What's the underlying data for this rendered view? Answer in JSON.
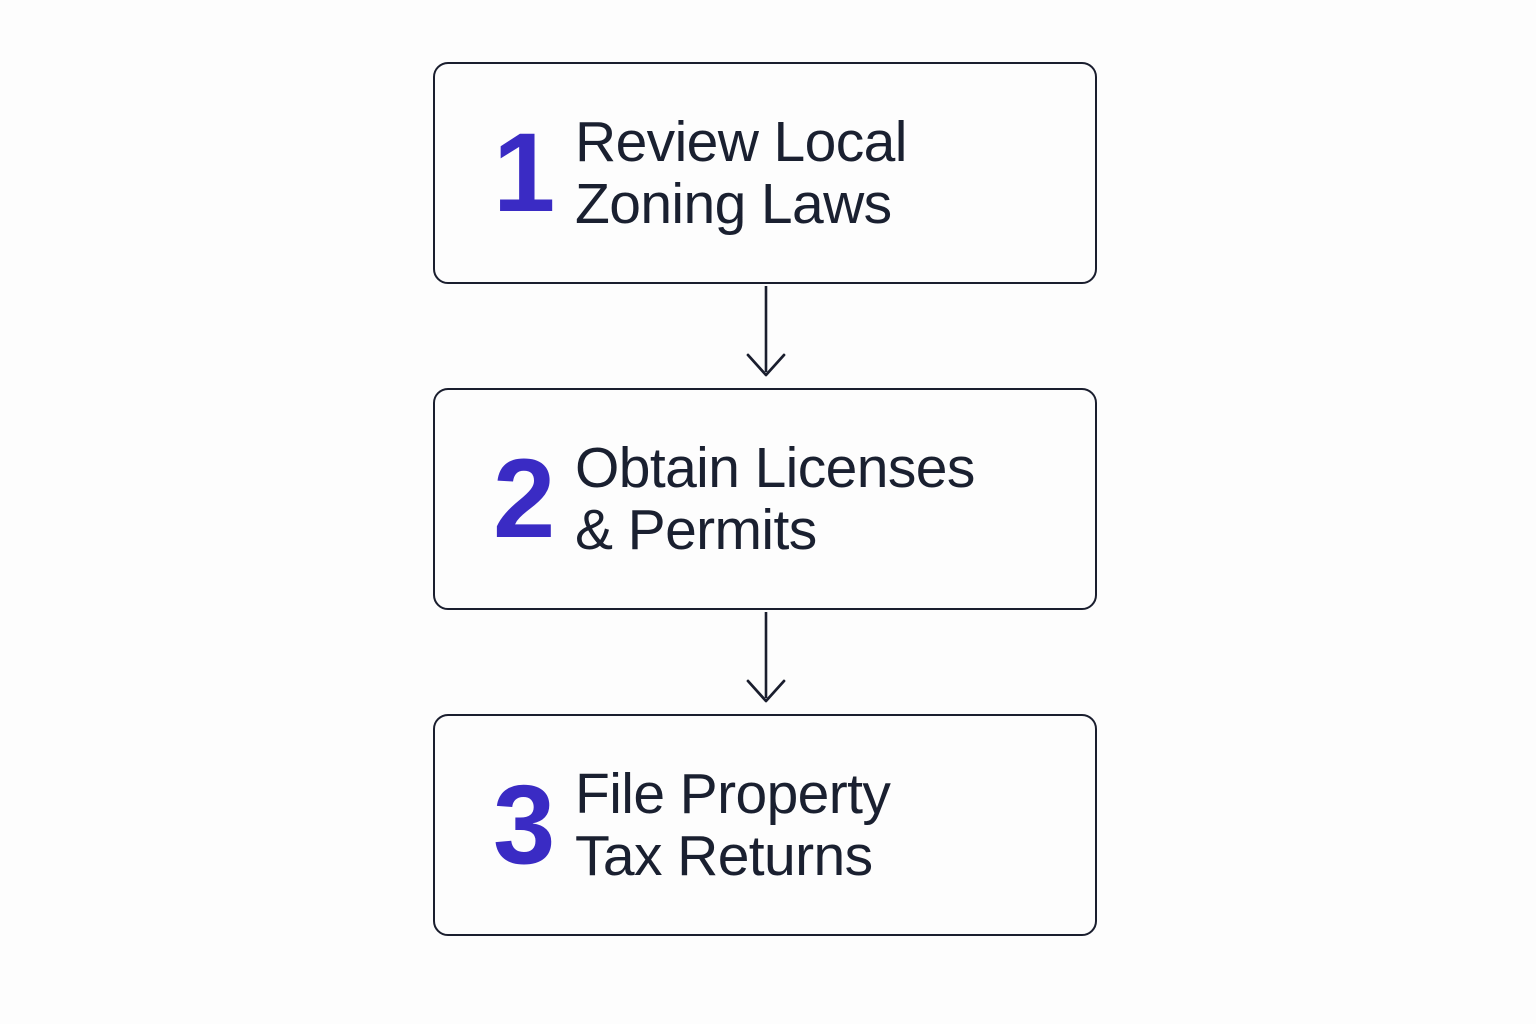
{
  "diagram": {
    "type": "vertical-flowchart",
    "title": "",
    "background_color": "#fdfdfd",
    "accent_color": "#3a2bc4",
    "text_color": "#1a2030",
    "border_color": "#1a1e2e",
    "steps": [
      {
        "number": "1",
        "label": "Review Local\nZoning Laws",
        "line1": "Review Local",
        "line2": "Zoning Laws"
      },
      {
        "number": "2",
        "label": "Obtain Licenses\n& Permits",
        "line1": "Obtain Licenses",
        "line2": "& Permits"
      },
      {
        "number": "3",
        "label": "File Property\nTax Returns",
        "line1": "File Property",
        "line2": "Tax Returns"
      }
    ],
    "connectors": [
      {
        "from": "1",
        "to": "2",
        "arrow": "down"
      },
      {
        "from": "2",
        "to": "3",
        "arrow": "down"
      }
    ]
  }
}
